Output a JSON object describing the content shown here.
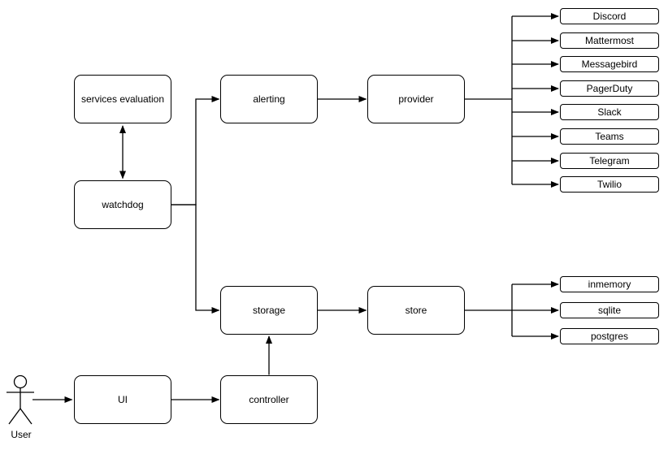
{
  "canvas": {
    "background": "#ffffff",
    "stroke": "#000000",
    "node_fill": "#ffffff",
    "font_color": "#000000"
  },
  "actor": {
    "label": "User"
  },
  "nodes": {
    "services_evaluation": "services evaluation",
    "watchdog": "watchdog",
    "alerting": "alerting",
    "provider": "provider",
    "storage": "storage",
    "store": "store",
    "ui": "UI",
    "controller": "controller"
  },
  "providers": [
    "Discord",
    "Mattermost",
    "Messagebird",
    "PagerDuty",
    "Slack",
    "Teams",
    "Telegram",
    "Twilio"
  ],
  "stores": [
    "inmemory",
    "sqlite",
    "postgres"
  ]
}
